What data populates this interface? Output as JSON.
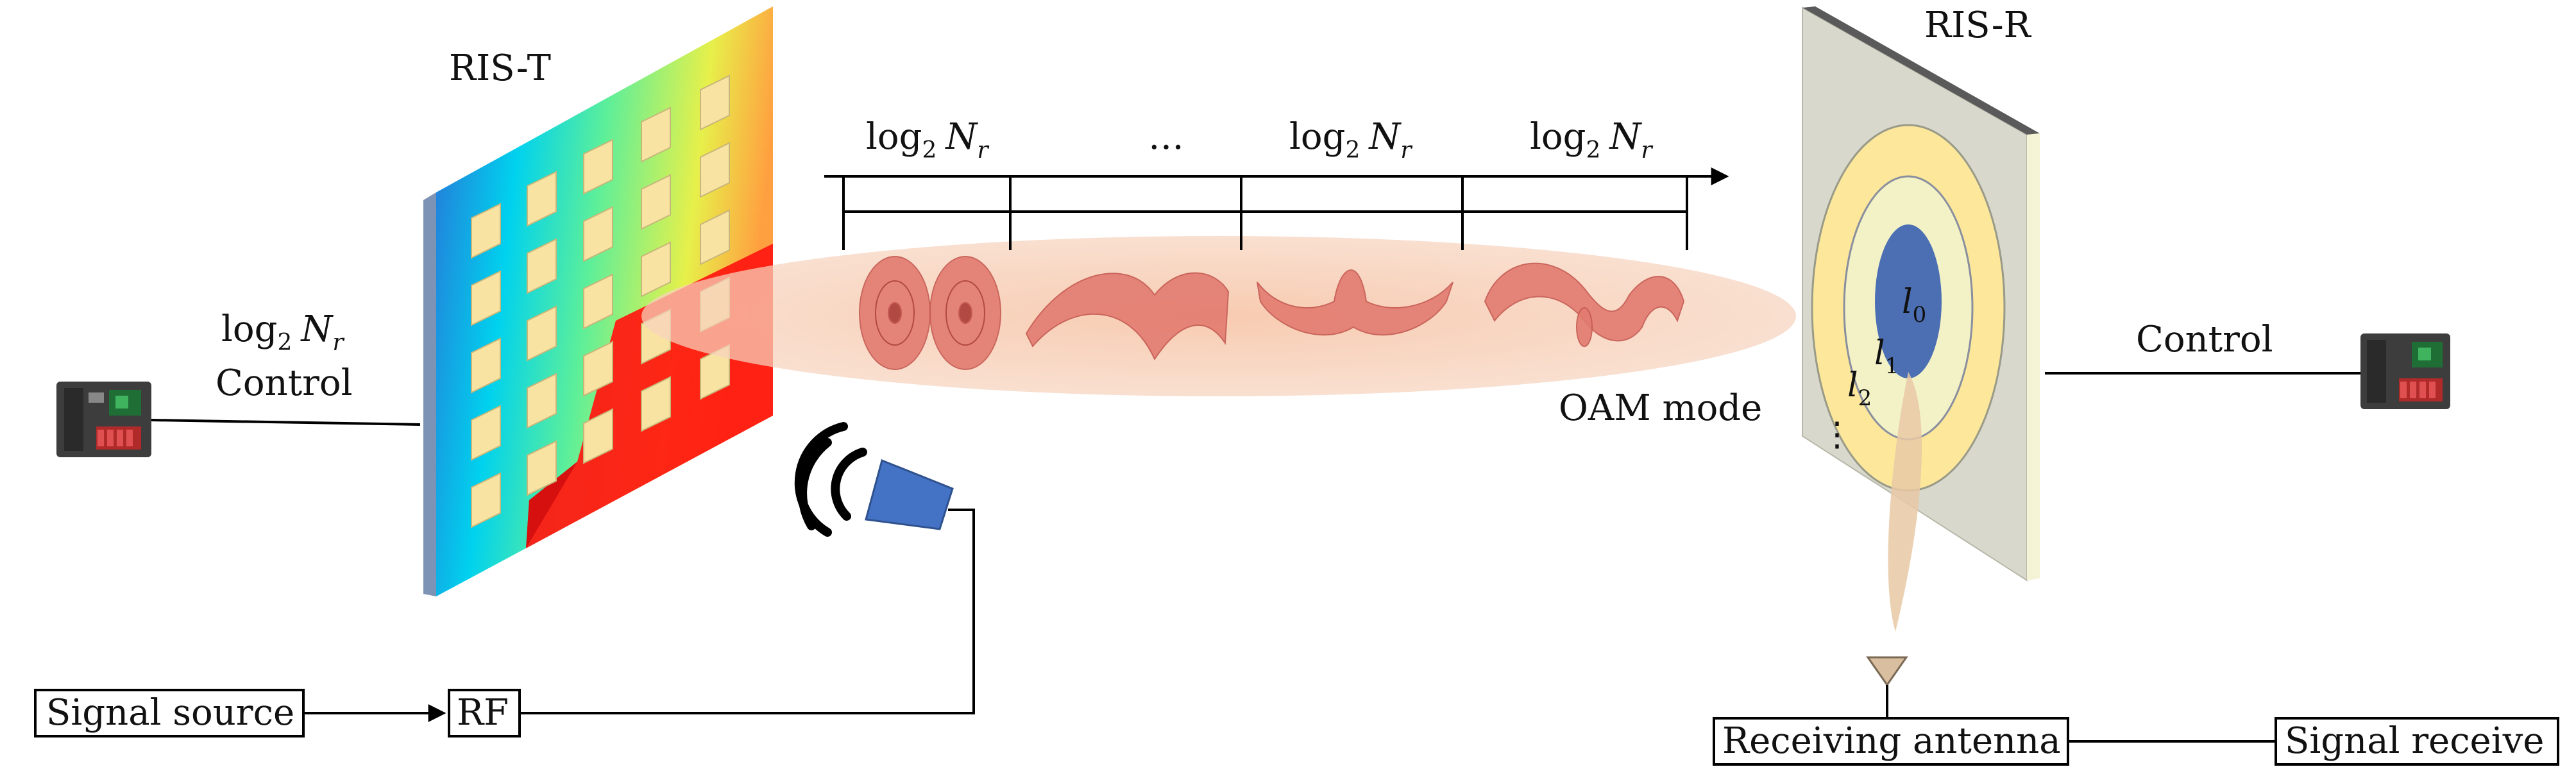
{
  "ris_t": {
    "label": "RIS-T"
  },
  "ris_r": {
    "label": "RIS-R"
  },
  "left_control": {
    "line1": "log",
    "sub": "2",
    "var": "N",
    "varsub": "r",
    "line2": "Control"
  },
  "right_control": {
    "label": "Control"
  },
  "time_axis": {
    "segments": [
      {
        "log": "log",
        "sub": "2",
        "var": "N",
        "varsub": "r"
      },
      {
        "text": "…"
      },
      {
        "log": "log",
        "sub": "2",
        "var": "N",
        "varsub": "r"
      },
      {
        "log": "log",
        "sub": "2",
        "var": "N",
        "varsub": "r"
      }
    ]
  },
  "oam_label": "OAM mode",
  "rings": [
    {
      "l": "l",
      "sub": "0"
    },
    {
      "l": "l",
      "sub": "1"
    },
    {
      "l": "l",
      "sub": "2"
    },
    {
      "text": "⋮"
    }
  ],
  "blocks": {
    "signal_source": "Signal source",
    "rf": "RF",
    "receiving_antenna": "Receiving antenna",
    "signal_receive": "Signal receive"
  },
  "colors": {
    "beam": "#f6c9ad",
    "ring_yellow": "#fce79b",
    "ring_pale": "#f3f2c7",
    "ring_core": "#4c6fb3",
    "panel_grey": "#d9d9cd",
    "horn": "#4472c4",
    "wave": "#e2847a"
  }
}
